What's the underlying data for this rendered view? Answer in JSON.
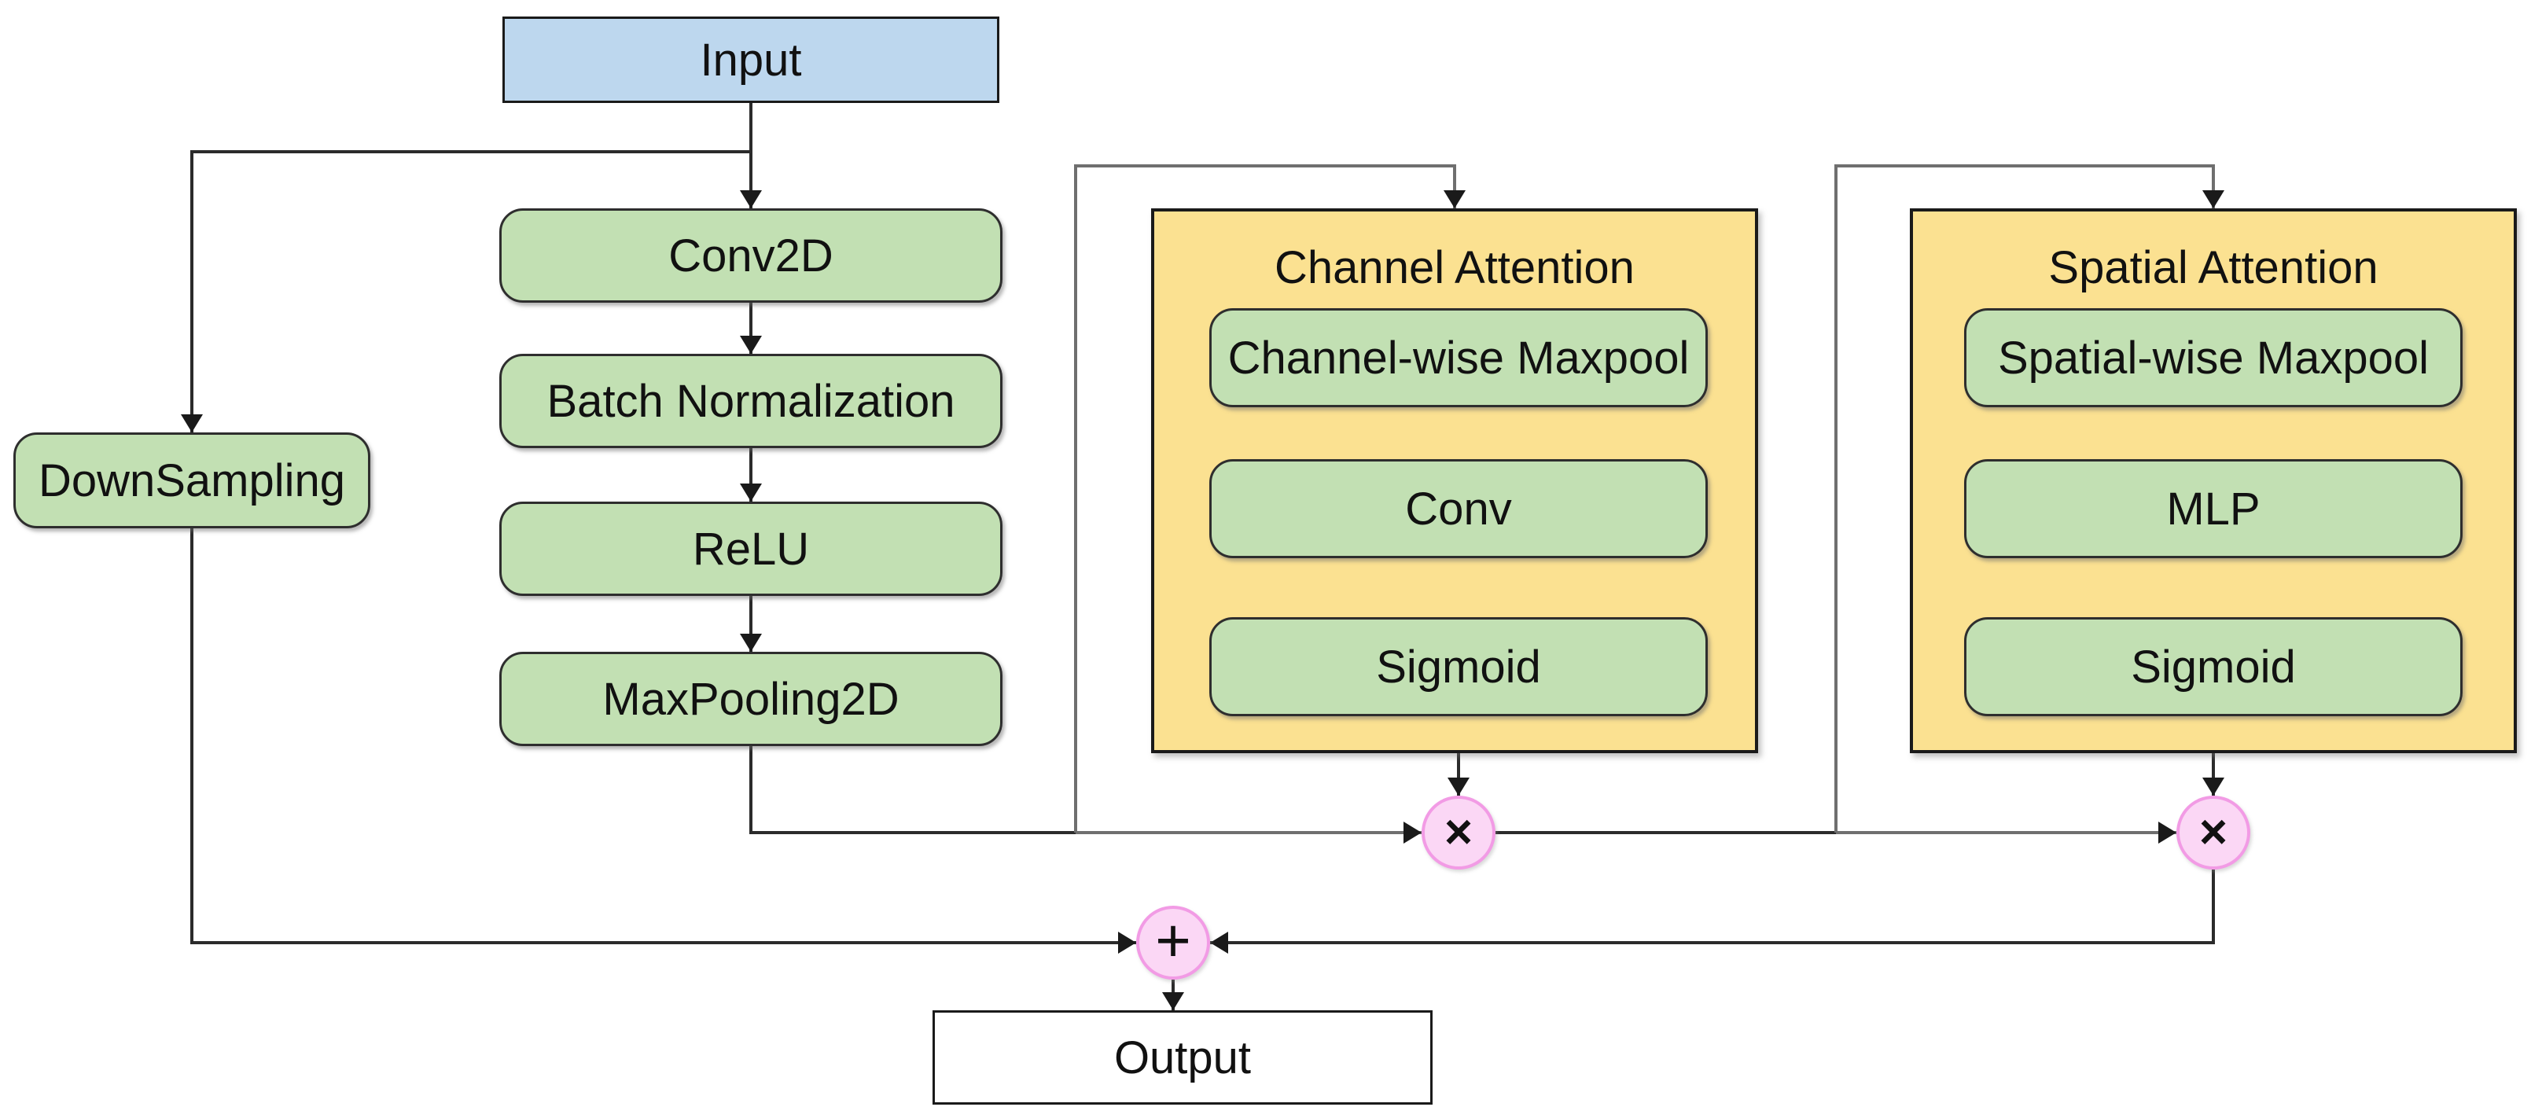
{
  "diagram": {
    "nodes": {
      "input": "Input",
      "conv2d": "Conv2D",
      "batch_normalization": "Batch Normalization",
      "relu": "ReLU",
      "maxpooling2d": "MaxPooling2D",
      "downsampling": "DownSampling",
      "output": "Output"
    },
    "channel_attention": {
      "title": "Channel Attention",
      "steps": [
        "Channel-wise Maxpool",
        "Conv",
        "Sigmoid"
      ]
    },
    "spatial_attention": {
      "title": "Spatial Attention",
      "steps": [
        "Spatial-wise Maxpool",
        "MLP",
        "Sigmoid"
      ]
    },
    "operators": {
      "multiply": "×",
      "add": "+"
    },
    "colors": {
      "input_fill": "#BDD7EE",
      "block_fill": "#C2E0B3",
      "container_fill": "#FBE191",
      "operator_fill": "#FBD7F5",
      "operator_border": "#F29BE5",
      "output_fill": "#FFFFFF",
      "line_dark": "#2B2B2B",
      "line_gray": "#6F6F6F",
      "border_dark": "#1A1A1A"
    }
  }
}
